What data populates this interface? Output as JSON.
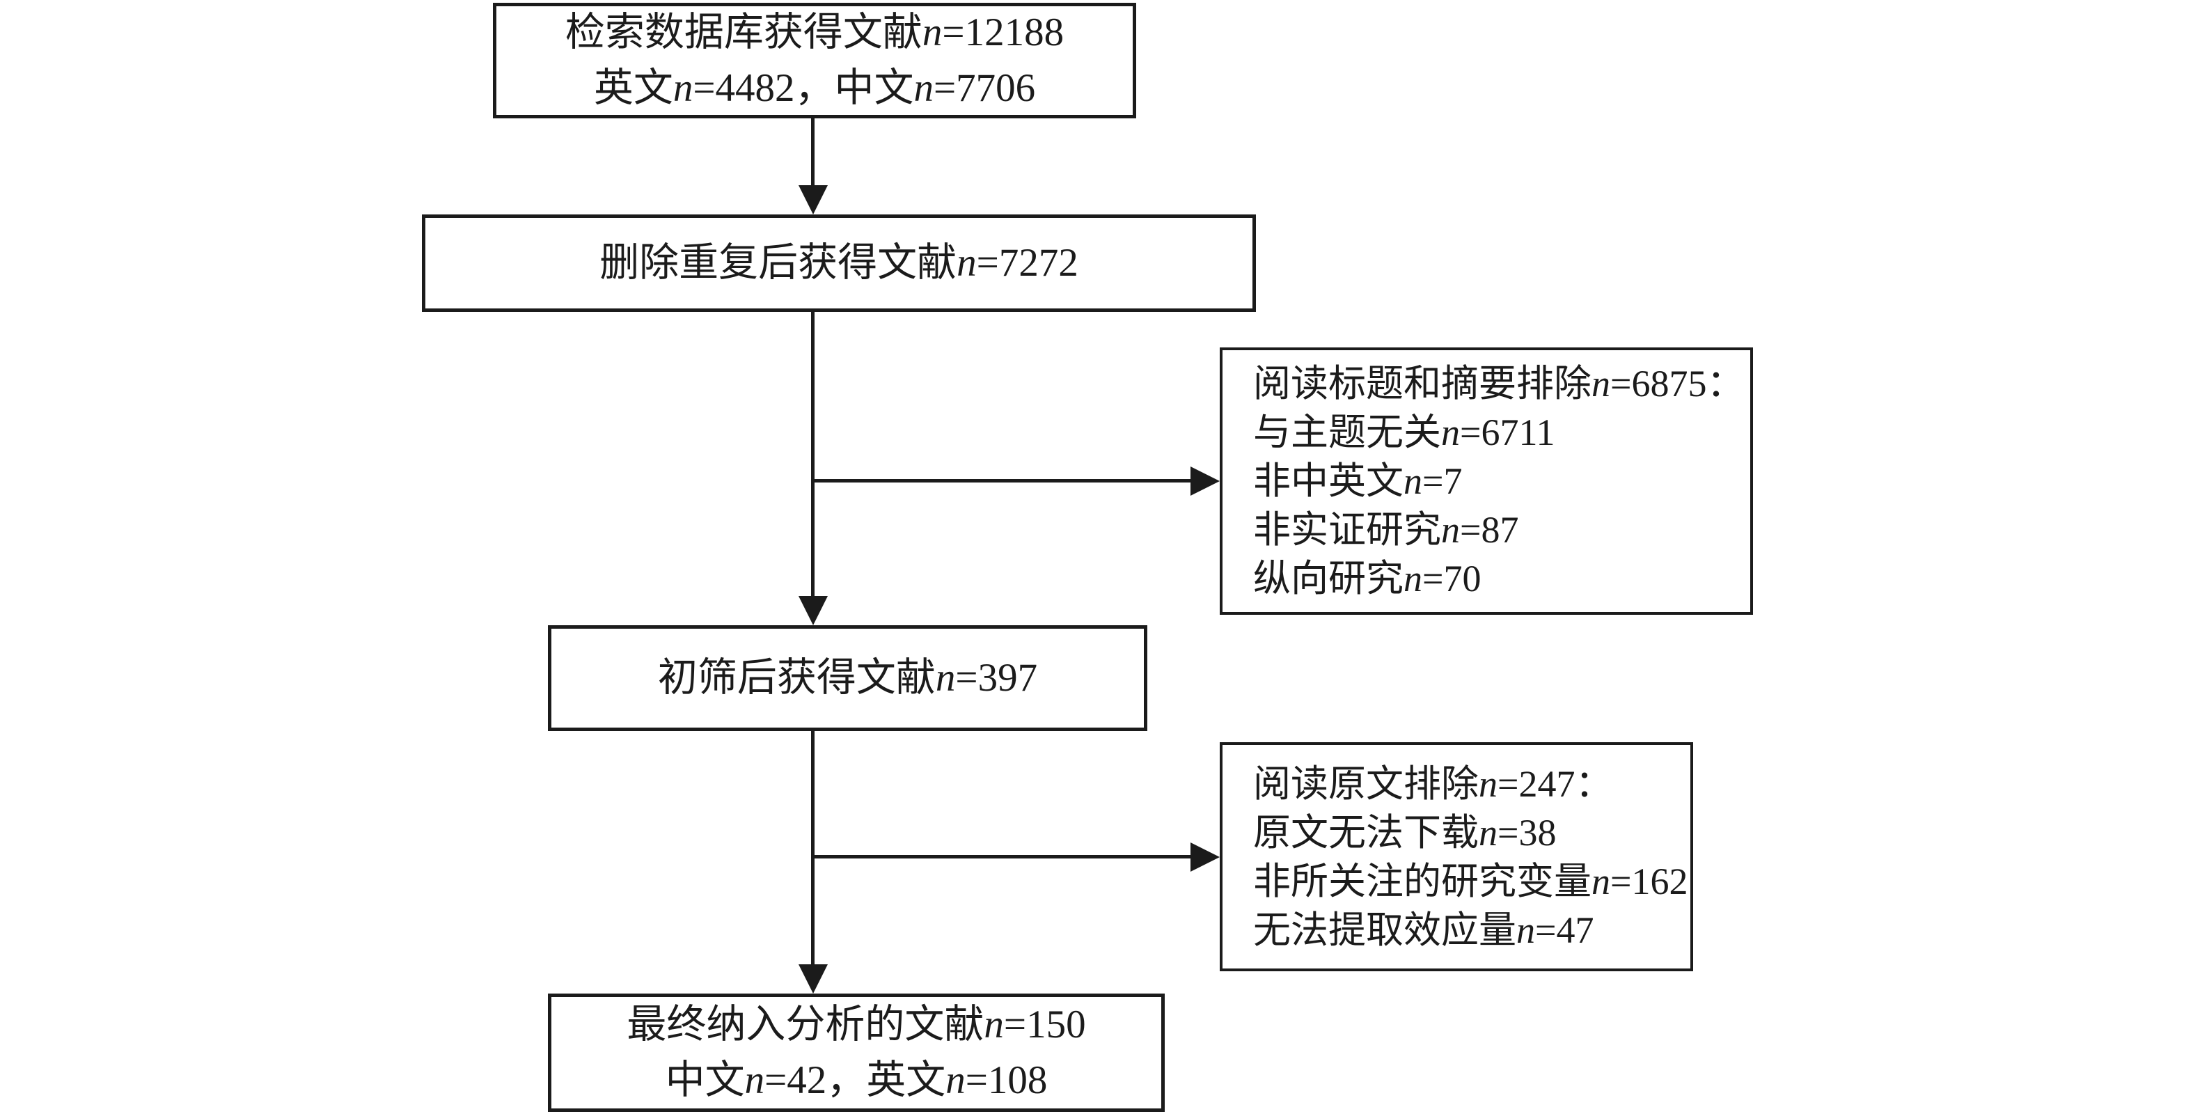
{
  "colors": {
    "ink": "#1b1b1b",
    "background": "#ffffff"
  },
  "flowchart": {
    "box_source": {
      "l1": [
        "检索数据库获得文献",
        "n",
        "=12188"
      ],
      "l2": [
        "英文",
        "n",
        "=4482，中文",
        "n",
        "=7706"
      ]
    },
    "box_dedup": {
      "l1": [
        "删除重复后获得文献",
        "n",
        "=7272"
      ]
    },
    "box_excl_abstract": {
      "l1": [
        "阅读标题和摘要排除",
        "n",
        "=6875："
      ],
      "l2": [
        "与主题无关",
        "n",
        "=6711"
      ],
      "l3": [
        "非中英文",
        "n",
        "=7"
      ],
      "l4": [
        "非实证研究",
        "n",
        "=87"
      ],
      "l5": [
        "纵向研究",
        "n",
        "=70"
      ]
    },
    "box_screened": {
      "l1": [
        "初筛后获得文献",
        "n",
        "=397"
      ]
    },
    "box_excl_fulltext": {
      "l1": [
        "阅读原文排除",
        "n",
        "=247："
      ],
      "l2": [
        "原文无法下载",
        "n",
        "=38"
      ],
      "l3": [
        "非所关注的研究变量",
        "n",
        "=162"
      ],
      "l4": [
        "无法提取效应量",
        "n",
        "=47"
      ]
    },
    "box_final": {
      "l1": [
        "最终纳入分析的文献",
        "n",
        "=150"
      ],
      "l2": [
        "中文",
        "n",
        "=42，英文",
        "n",
        "=108"
      ]
    }
  }
}
